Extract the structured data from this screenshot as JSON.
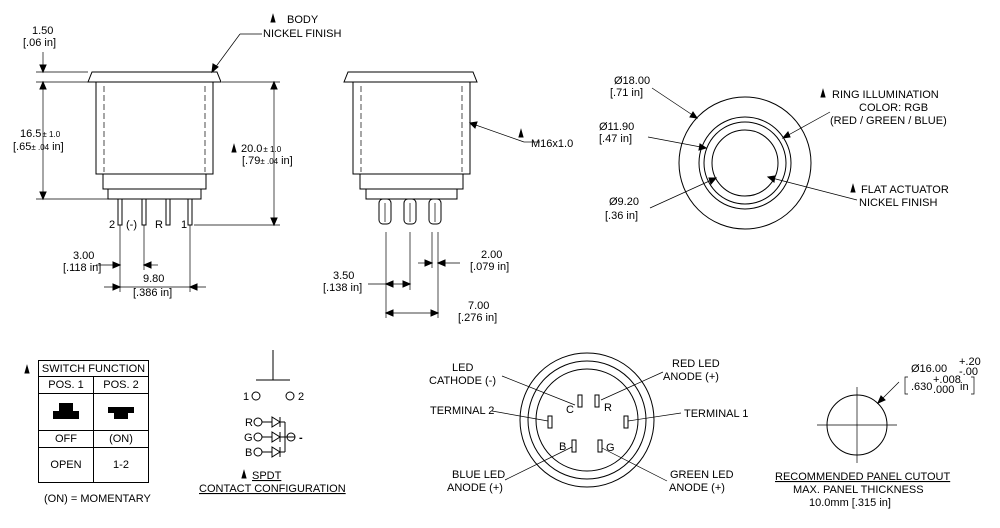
{
  "side_view": {
    "height_dim": "1.50",
    "height_dim_in": "[.06 in]",
    "body_label": "BODY",
    "body_finish": "NICKEL FINISH",
    "total_height": "16.5",
    "total_height_tol": "± 1.0",
    "total_height_in": "[.65",
    "total_height_in_tol": "± .04",
    "total_height_in_end": "in]",
    "full_height": "20.0",
    "full_height_tol": "± 1.0",
    "full_height_in": "[.79",
    "full_height_in_tol": "± .04",
    "full_height_in_end": "in]",
    "pin_labels": [
      "2",
      "(-)",
      "R",
      "1"
    ],
    "pitch": "3.00",
    "pitch_in": "[.118 in]",
    "span": "9.80",
    "span_in": "[.386 in]"
  },
  "front_view": {
    "thread": "M16x1.0",
    "dim_a": "3.50",
    "dim_a_in": "[.138 in]",
    "dim_b": "2.00",
    "dim_b_in": "[.079 in]",
    "dim_c": "7.00",
    "dim_c_in": "[.276 in]"
  },
  "top_view": {
    "d1": "Ø18.00",
    "d1_in": "[.71 in]",
    "d2": "Ø11.90",
    "d2_in": "[.47 in]",
    "d3": "Ø9.20",
    "d3_in": "[.36 in]",
    "ring_label": "RING ILLUMINATION",
    "ring_color": "COLOR: RGB",
    "ring_colors": "(RED / GREEN / BLUE)",
    "actuator_label": "FLAT ACTUATOR",
    "actuator_finish": "NICKEL FINISH"
  },
  "switch_function": {
    "title": "SWITCH FUNCTION",
    "col1": "POS. 1",
    "col2": "POS. 2",
    "row1": [
      "OFF",
      "(ON)"
    ],
    "row2": [
      "OPEN",
      "1-2"
    ],
    "note": "(ON) = MOMENTARY"
  },
  "contact": {
    "pos1": "1",
    "pos2": "2",
    "leds": [
      "R",
      "G",
      "B"
    ],
    "minus": "-",
    "title1": "SPDT",
    "title2": "CONTACT CONFIGURATION"
  },
  "terminals": {
    "cathode1": "LED",
    "cathode2": "CATHODE (-)",
    "red1": "RED LED",
    "red2": "ANODE (+)",
    "term2": "TERMINAL 2",
    "term1": "TERMINAL 1",
    "blue1": "BLUE LED",
    "blue2": "ANODE (+)",
    "green1": "GREEN LED",
    "green2": "ANODE (+)",
    "pin_letters": [
      "C",
      "R",
      "B",
      "G"
    ]
  },
  "cutout": {
    "dia": "Ø16.00",
    "tol_plus": "+.20",
    "tol_minus": "-.00",
    "dia_in": ".630",
    "tol_in_plus": "+.008",
    "tol_in_minus": ".000",
    "dia_in_unit": "in",
    "title": "RECOMMENDED PANEL CUTOUT",
    "note1": "MAX. PANEL THICKNESS",
    "note2": "10.0mm [.315 in]"
  }
}
